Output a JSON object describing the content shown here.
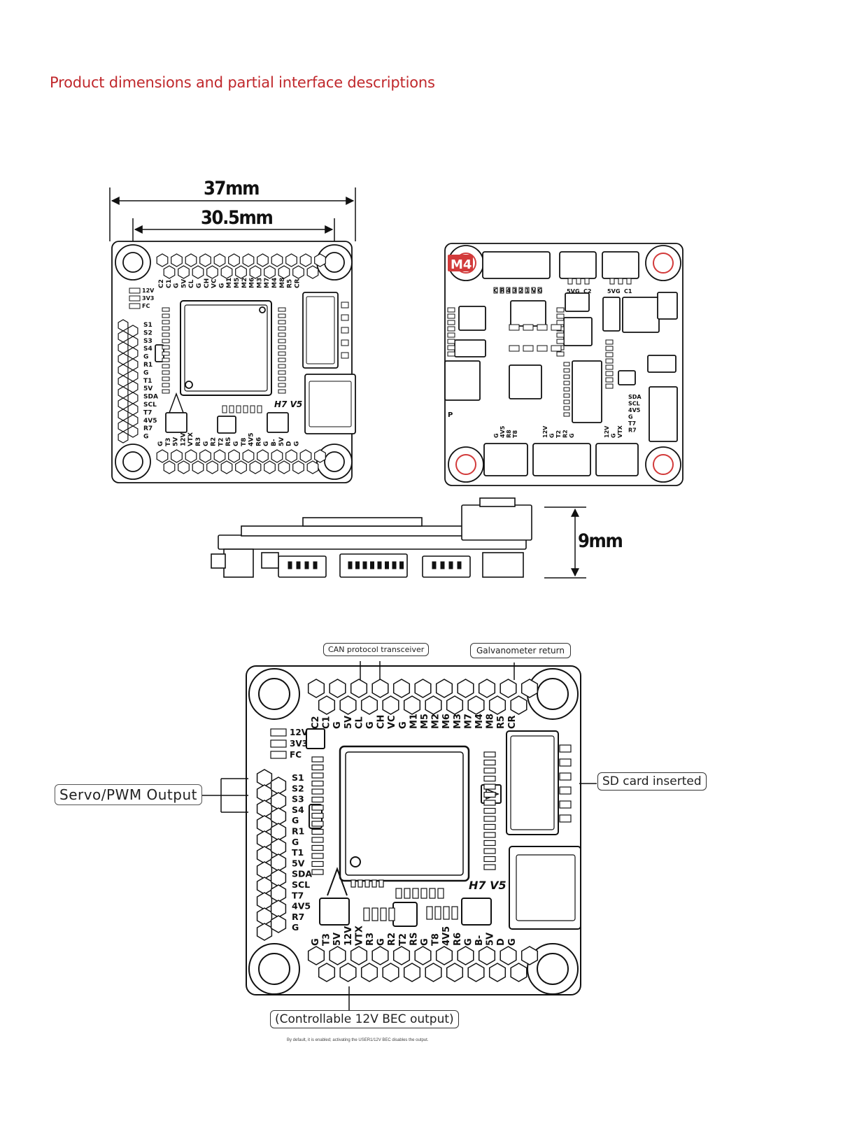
{
  "title": "Product dimensions and partial interface descriptions",
  "dimensions": {
    "width_outer": "37mm",
    "width_mount": "30.5mm",
    "height": "9mm"
  },
  "board": {
    "model_label": "H7 V5",
    "motor_tag": "M4",
    "top_labels": [
      "C2",
      "C1",
      "G",
      "5V",
      "CL",
      "G",
      "CH",
      "VC",
      "G",
      "M1",
      "M5",
      "M2",
      "M6",
      "M3",
      "M7",
      "M4",
      "M8",
      "R5",
      "CR"
    ],
    "left_labels": [
      "S1",
      "S2",
      "S3",
      "S4",
      "G",
      "R1",
      "G",
      "T1",
      "5V",
      "SDA",
      "SCL",
      "T7",
      "4V5",
      "R7",
      "G"
    ],
    "led_labels": [
      "12V",
      "3V3",
      "FC"
    ],
    "bottom_labels": [
      "G",
      "T3",
      "5V",
      "12V",
      "VTX",
      "R3",
      "G",
      "R2",
      "T2",
      "RS",
      "G",
      "T8",
      "4V5",
      "R6",
      "G",
      "B-",
      "5V",
      "D",
      "G"
    ]
  },
  "back_board": {
    "header_labels": [
      "C",
      "R",
      "4",
      "3",
      "2",
      "1",
      "V",
      "G"
    ],
    "port2_labels": [
      "5V",
      "G",
      "C2"
    ],
    "port3_labels": [
      "5V",
      "G",
      "C1"
    ],
    "right_labels": [
      "SDA",
      "SCL",
      "4V5",
      "G",
      "T7",
      "R7"
    ],
    "bottom_group1": [
      "G",
      "4V5",
      "R8",
      "T8"
    ],
    "bottom_group2": [
      "12V",
      "G",
      "T2",
      "R2",
      "G"
    ],
    "bottom_group3": [
      "12V",
      "G",
      "VTX"
    ],
    "chip_mark": "P"
  },
  "callouts": {
    "can": "CAN protocol transceiver",
    "galv": "Galvanometer return",
    "sd": "SD card inserted",
    "servo": "Servo/PWM Output",
    "bec": "(Controllable 12V BEC output)",
    "bec_note": "By default, it is enabled; activating the USER1/12V BEC disables the output."
  },
  "colors": {
    "title": "#c0282c",
    "line": "#111111",
    "accent": "#d23a3a"
  }
}
